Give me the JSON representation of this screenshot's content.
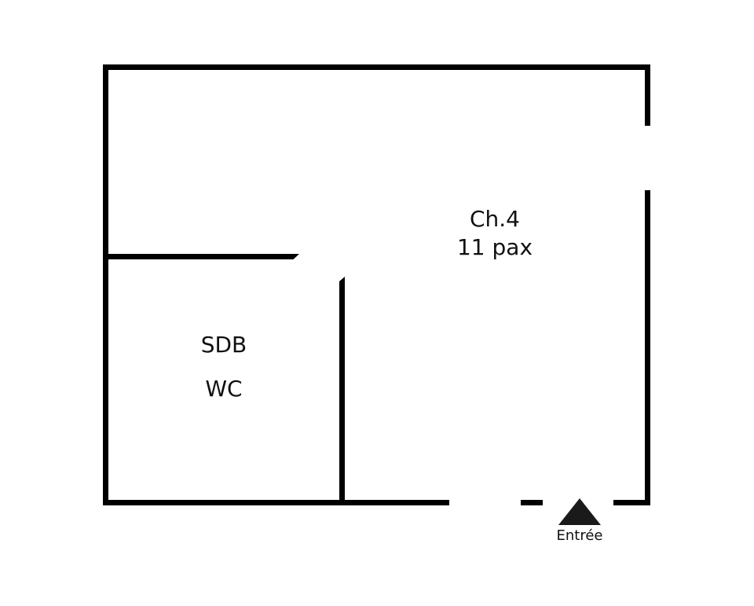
{
  "floor_plan": {
    "rooms": [
      {
        "id": "chambre-4",
        "name": "Ch.4",
        "capacity": "11 pax"
      },
      {
        "id": "salle-de-bain",
        "name": "SDB",
        "secondary": "WC"
      }
    ],
    "entrance": {
      "label": "Entrée",
      "icon": "triangle-up-icon"
    },
    "colors": {
      "walls": "#000000",
      "background": "#ffffff",
      "text": "#111111"
    }
  }
}
